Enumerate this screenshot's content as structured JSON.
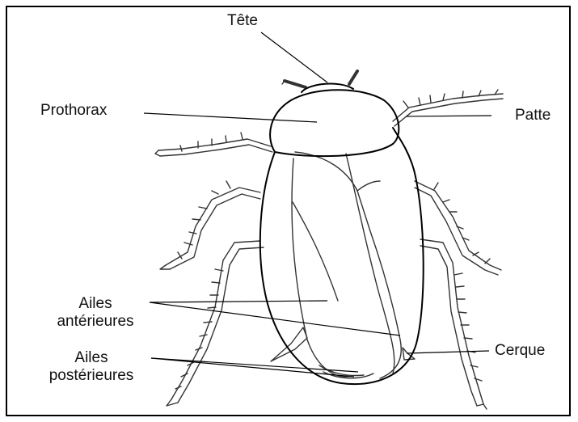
{
  "diagram": {
    "labels": {
      "tete": "Tête",
      "prothorax": "Prothorax",
      "patte": "Patte",
      "ailes_ant_1": "Ailes",
      "ailes_ant_2": "antérieures",
      "ailes_post_1": "Ailes",
      "ailes_post_2": "postérieures",
      "cerque": "Cerque"
    },
    "colors": {
      "stroke": "#333333",
      "leader": "#000000",
      "background": "#ffffff"
    }
  }
}
